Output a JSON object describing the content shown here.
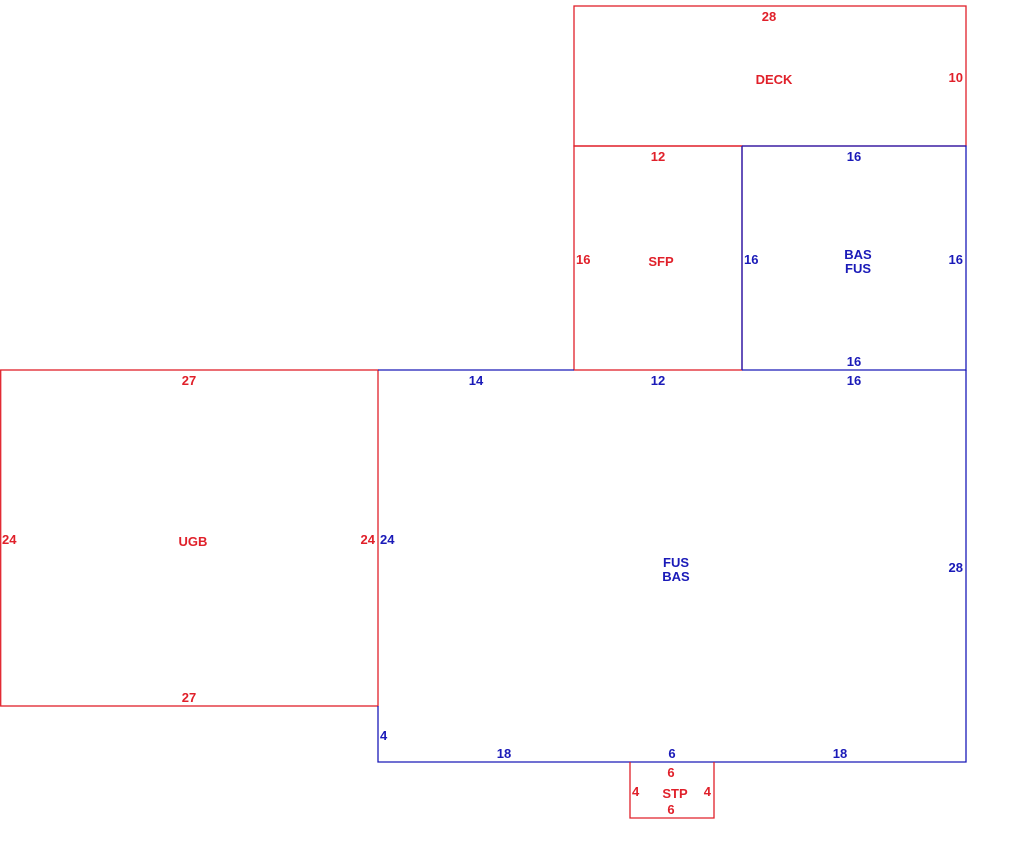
{
  "colors": {
    "red": "#e0202a",
    "blue": "#1a1ab8"
  },
  "deck": {
    "label": "DECK",
    "top": "28",
    "right": "10"
  },
  "sfp": {
    "label": "SFP",
    "top": "12",
    "left": "16"
  },
  "bas_upper": {
    "label1": "BAS",
    "label2": "FUS",
    "top": "16",
    "left": "16",
    "right": "16",
    "bottom": "16"
  },
  "ugb": {
    "label": "UGB",
    "top": "27",
    "bottom": "27",
    "left": "24",
    "right": "24"
  },
  "main": {
    "label1": "FUS",
    "label2": "BAS",
    "top_a": "14",
    "top_b": "12",
    "top_c": "16",
    "left": "24",
    "right": "28",
    "left_lower": "4",
    "bottom_a": "18",
    "bottom_b": "6",
    "bottom_c": "18"
  },
  "stp": {
    "label": "STP",
    "top": "6",
    "bottom": "6",
    "left": "4",
    "right": "4"
  }
}
